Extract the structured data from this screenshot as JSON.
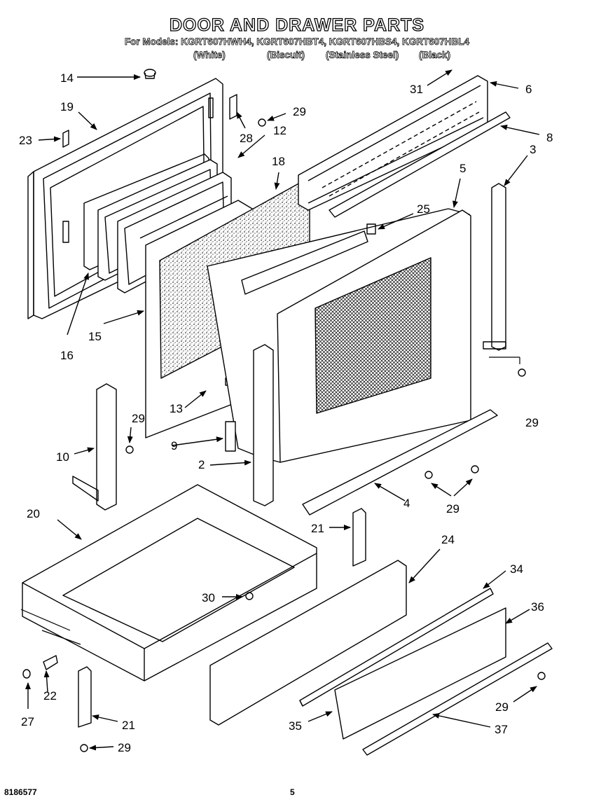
{
  "header": {
    "title": "DOOR AND DRAWER PARTS",
    "models_line": "For Models: KGRT607HWH4, KGRT607HBT4, KGRT607HBS4, KGRT607HBL4",
    "variants": [
      "(White)",
      "(Biscuit)",
      "(Stainless Steel)",
      "(Black)"
    ]
  },
  "footer": {
    "doc_number": "8186577",
    "page_number": "5"
  },
  "callouts": [
    {
      "id": "c14",
      "text": "14"
    },
    {
      "id": "c19",
      "text": "19"
    },
    {
      "id": "c23",
      "text": "23"
    },
    {
      "id": "c28",
      "text": "28"
    },
    {
      "id": "c29a",
      "text": "29"
    },
    {
      "id": "c12",
      "text": "12"
    },
    {
      "id": "c31",
      "text": "31"
    },
    {
      "id": "c6",
      "text": "6"
    },
    {
      "id": "c8",
      "text": "8"
    },
    {
      "id": "c3",
      "text": "3"
    },
    {
      "id": "c18",
      "text": "18"
    },
    {
      "id": "c5",
      "text": "5"
    },
    {
      "id": "c25",
      "text": "25"
    },
    {
      "id": "c16",
      "text": "16"
    },
    {
      "id": "c15",
      "text": "15"
    },
    {
      "id": "c13",
      "text": "13"
    },
    {
      "id": "c29b",
      "text": "29"
    },
    {
      "id": "c10",
      "text": "10"
    },
    {
      "id": "c29c",
      "text": "29"
    },
    {
      "id": "c9",
      "text": "9"
    },
    {
      "id": "c2",
      "text": "2"
    },
    {
      "id": "c4",
      "text": "4"
    },
    {
      "id": "c29d",
      "text": "29"
    },
    {
      "id": "c20",
      "text": "20"
    },
    {
      "id": "c21a",
      "text": "21"
    },
    {
      "id": "c24",
      "text": "24"
    },
    {
      "id": "c30",
      "text": "30"
    },
    {
      "id": "c34",
      "text": "34"
    },
    {
      "id": "c36",
      "text": "36"
    },
    {
      "id": "c22",
      "text": "22"
    },
    {
      "id": "c27",
      "text": "27"
    },
    {
      "id": "c21b",
      "text": "21"
    },
    {
      "id": "c29e",
      "text": "29"
    },
    {
      "id": "c35",
      "text": "35"
    },
    {
      "id": "c29f",
      "text": "29"
    },
    {
      "id": "c37",
      "text": "37"
    }
  ]
}
